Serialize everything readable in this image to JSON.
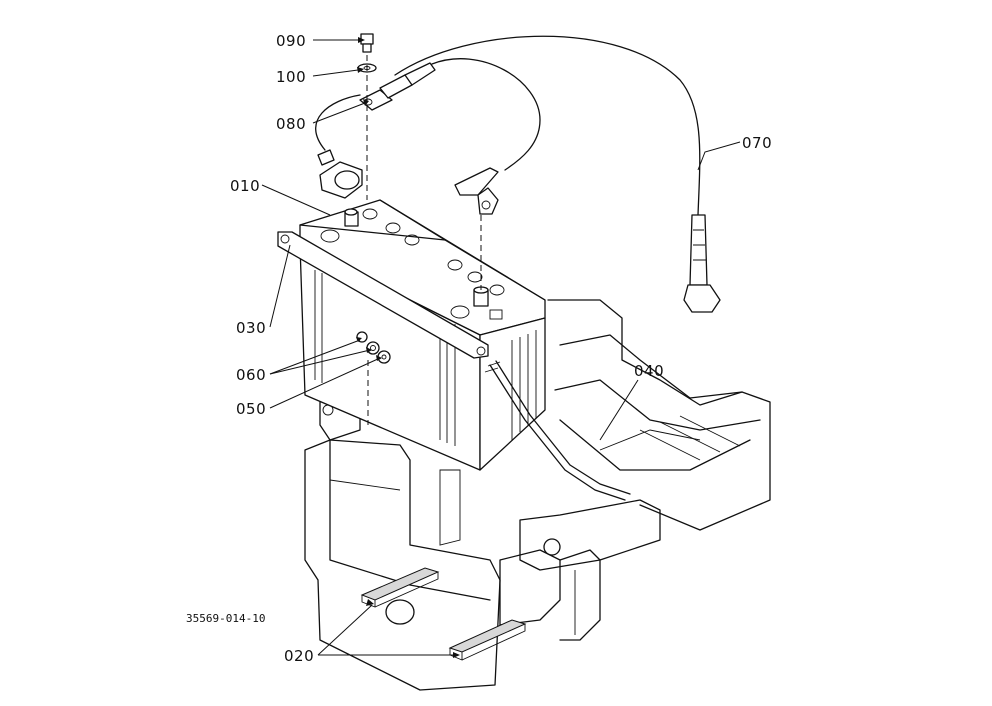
{
  "figure_code": "35569-014-10",
  "callouts": {
    "p090": "090",
    "p100": "100",
    "p080": "080",
    "p070": "070",
    "p010": "010",
    "p030": "030",
    "p060": "060",
    "p050": "050",
    "p040": "040",
    "p020": "020"
  }
}
